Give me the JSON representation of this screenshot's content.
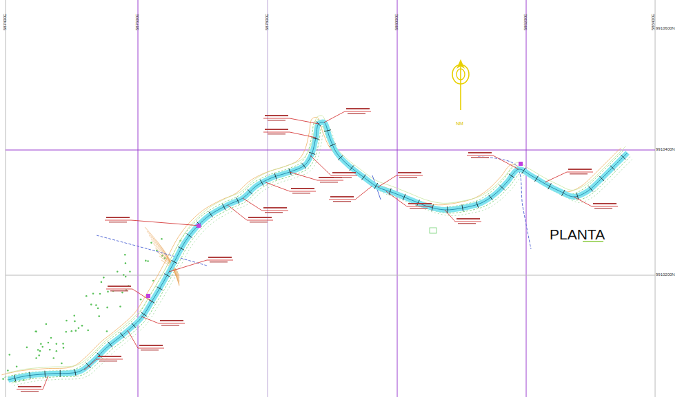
{
  "diagram": {
    "title": "PLANTA",
    "labels": [
      "587400E",
      "587600E",
      "587800E",
      "588000E",
      "588200E",
      "588400E",
      "9910600N",
      "9910400N",
      "9910200N",
      "NM"
    ]
  }
}
